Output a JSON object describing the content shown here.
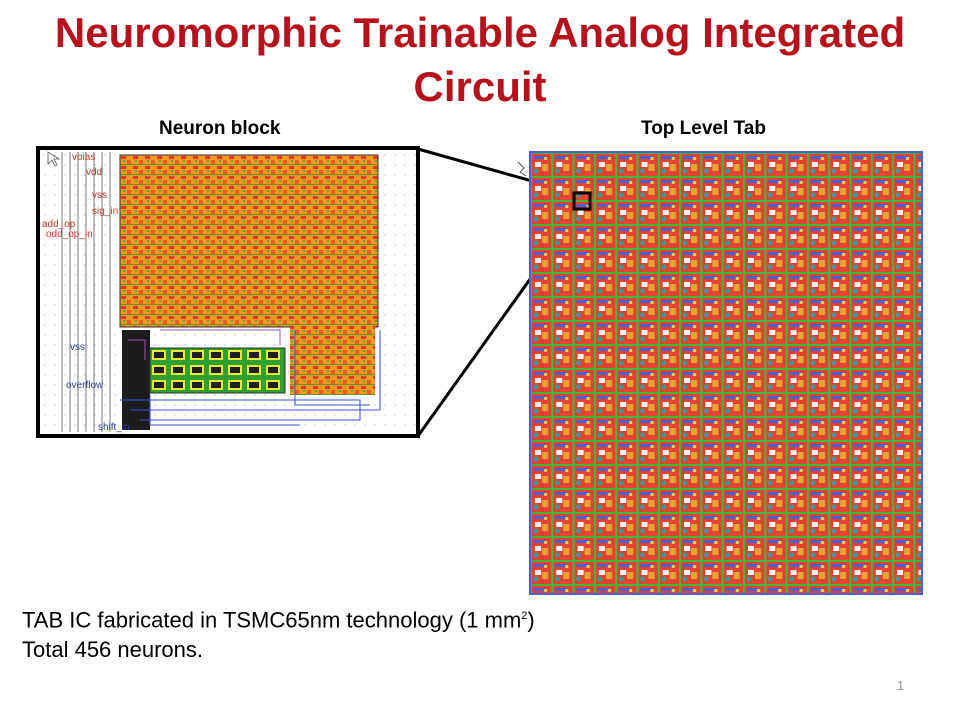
{
  "slide": {
    "title_line1": "Neuromorphic Trainable Analog Integrated",
    "title_line2": "Circuit",
    "neuron_label": "Neuron block",
    "top_label": "Top Level Tab",
    "caption_line1_main": "TAB IC fabricated in TSMC65nm technology (1 mm",
    "caption_sup": "2",
    "caption_line1_end": ")",
    "caption_line2": "Total 456 neurons.",
    "page_number": "1"
  },
  "layout_pins": [
    "vbias",
    "vdd",
    "vss",
    "sig_in",
    "add_op",
    "odd_op_in",
    "vss",
    "overflow",
    "shift_in"
  ],
  "colors": {
    "title": "#b5121b",
    "metal_red": "#e0382a",
    "metal_orange": "#f29a1f",
    "green": "#3fbf3a",
    "blue": "#3b4fd8"
  }
}
